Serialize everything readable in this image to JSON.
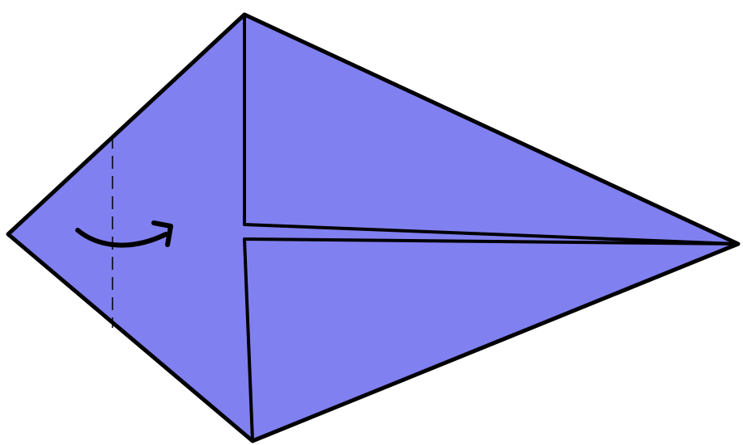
{
  "diagram": {
    "kind": "origami folding step",
    "paper_color": "#8080f0",
    "line_color": "#000000",
    "instruction": {
      "fold_line_style": "dashed",
      "arrow_direction": "right",
      "icon": "fold-arrow-icon"
    }
  }
}
